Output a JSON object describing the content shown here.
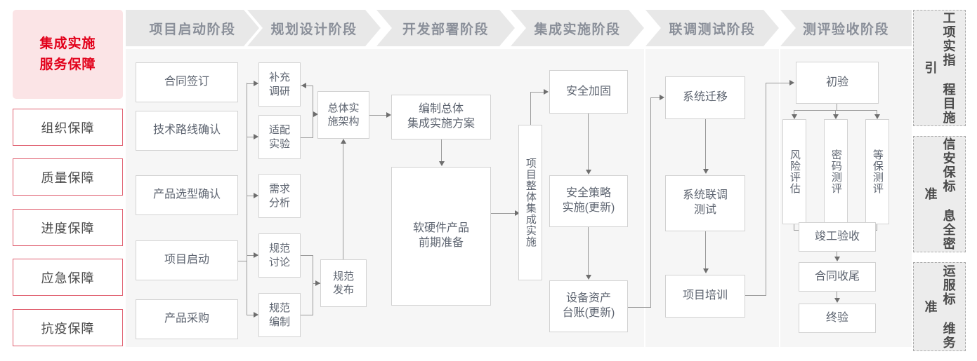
{
  "left_sidebar": {
    "header": "集成实施\n服务保障",
    "header_line1": "集成实施",
    "header_line2": "服务保障",
    "items": [
      {
        "label": "组织保障"
      },
      {
        "label": "质量保障"
      },
      {
        "label": "进度保障"
      },
      {
        "label": "应急保障"
      },
      {
        "label": "抗疫保障"
      }
    ]
  },
  "phases": [
    {
      "title": "项目启动阶段",
      "nodes": [
        {
          "label": "合同签订"
        },
        {
          "label": "技术路线确认"
        },
        {
          "label": "产品选型确认"
        },
        {
          "label": "项目启动"
        },
        {
          "label": "产品采购"
        }
      ]
    },
    {
      "title": "规划设计阶段",
      "nodes": [
        {
          "label": "补充\n调研",
          "l1": "补充",
          "l2": "调研"
        },
        {
          "label": "适配\n实验",
          "l1": "适配",
          "l2": "实验"
        },
        {
          "label": "需求\n分析",
          "l1": "需求",
          "l2": "分析"
        },
        {
          "label": "规范\n讨论",
          "l1": "规范",
          "l2": "讨论"
        },
        {
          "label": "规范\n编制",
          "l1": "规范",
          "l2": "编制"
        },
        {
          "label": "总体实\n施架构",
          "l1": "总体实",
          "l2": "施架构"
        },
        {
          "label": "规范\n发布",
          "l1": "规范",
          "l2": "发布"
        }
      ]
    },
    {
      "title": "开发部署阶段",
      "nodes": [
        {
          "label": "编制总体\n集成实施方案",
          "l1": "编制总体",
          "l2": "集成实施方案"
        },
        {
          "label": "软硬件产品\n前期准备",
          "l1": "软硬件产品",
          "l2": "前期准备"
        }
      ]
    },
    {
      "title": "集成实施阶段",
      "nodes": [
        {
          "label": "项目整体集成实施"
        },
        {
          "label": "安全加固"
        },
        {
          "label": "安全策略\n实施(更新)",
          "l1": "安全策略",
          "l2": "实施(更新)"
        },
        {
          "label": "设备资产\n台账(更新)",
          "l1": "设备资产",
          "l2": "台账(更新)"
        }
      ]
    },
    {
      "title": "联调测试阶段",
      "nodes": [
        {
          "label": "系统迁移"
        },
        {
          "label": "系统联调\n测试",
          "l1": "系统联调",
          "l2": "测试"
        },
        {
          "label": "项目培训"
        }
      ]
    },
    {
      "title": "测评验收阶段",
      "nodes": [
        {
          "label": "初验"
        },
        {
          "label": "风险评估"
        },
        {
          "label": "密码测评"
        },
        {
          "label": "等保测评"
        },
        {
          "label": "竣工验收"
        },
        {
          "label": "合同收尾"
        },
        {
          "label": "终验"
        }
      ]
    }
  ],
  "right_sidebar": {
    "items": [
      {
        "col1": "程目施引",
        "col2": "工项实指",
        "label": "工程项目实施指引"
      },
      {
        "col1": "息全密准",
        "col2": "信安保标",
        "label": "信息安全保密标准"
      },
      {
        "col1": "维务准",
        "col2": "运服标",
        "label": "运维服务标准"
      }
    ]
  },
  "colors": {
    "brand_red": "#e2001a",
    "brand_pink_bg": "#fbe4e6",
    "box_border_red": "#e06070",
    "phase_header_bg": "#e8e8e8",
    "phase_header_text": "#8a8f99",
    "phase_body_bg": "#f6f6f6",
    "node_border": "#d2d2d2",
    "node_text": "#5d6470",
    "connector": "#9a9a9a",
    "std_box_bg": "#ececec",
    "std_box_border": "#aaaaaa"
  }
}
